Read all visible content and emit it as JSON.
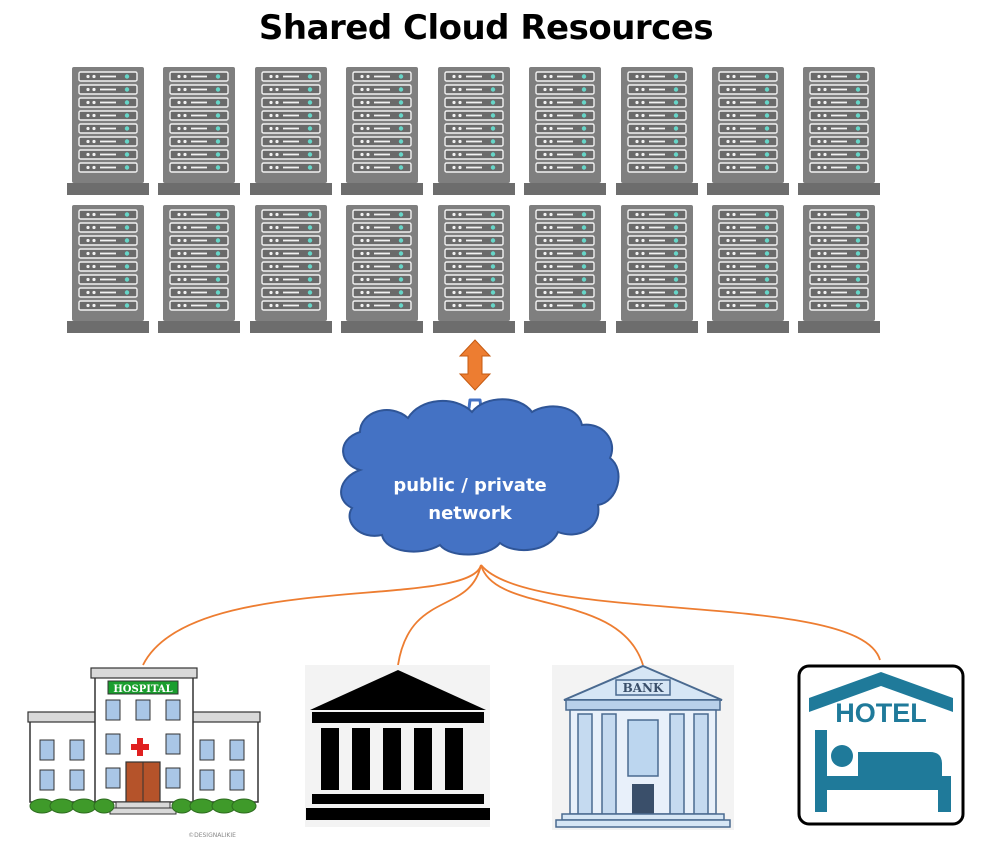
{
  "title": "Shared Cloud Resources",
  "server_rack_count": 18,
  "cloud_label_line1": "public / private",
  "cloud_label_line2": "network",
  "buildings": [
    {
      "name": "hospital",
      "sign": "HOSPITAL",
      "watermark": "©DESIGNALIKIE"
    },
    {
      "name": "government",
      "sign": ""
    },
    {
      "name": "bank",
      "sign": "BANK"
    },
    {
      "name": "hotel",
      "sign": "HOTEL"
    }
  ],
  "colors": {
    "rack_body": "#7f7f7f",
    "rack_base": "#6d6d6d",
    "rack_light": "#66d6c8",
    "arrow": "#ed7d31",
    "gear": "#4472c4",
    "cloud": "#4472c4",
    "link_line": "#ed7d31",
    "hotel_icon": "#1f7a9a",
    "hospital_sign": "#1a9e2e",
    "hospital_cross": "#e02020"
  }
}
